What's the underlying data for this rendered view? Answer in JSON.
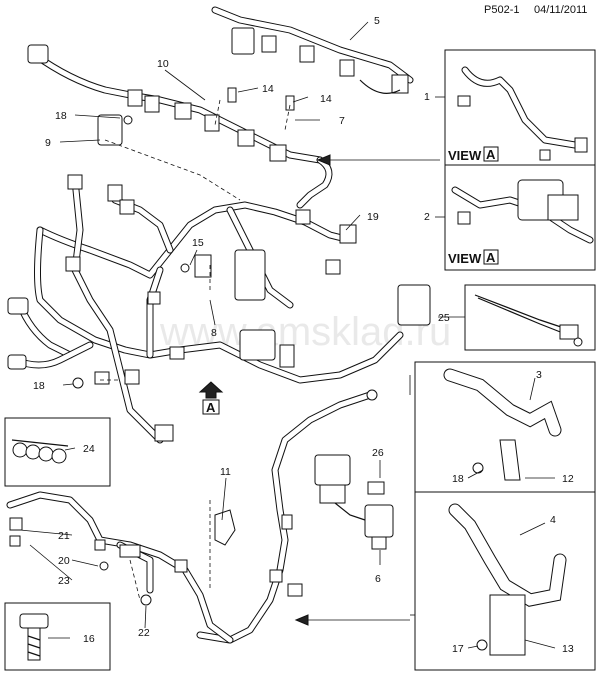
{
  "header": {
    "code": "P502-1",
    "date": "04/11/2011"
  },
  "watermark": "www.amsklad.ru",
  "view_a_1": "VIEW",
  "view_a_2": "VIEW",
  "view_letter_1": "A",
  "view_letter_2": "A",
  "arrow_letter": "A",
  "callouts": {
    "c1": "1",
    "c2": "2",
    "c3": "3",
    "c4": "4",
    "c5": "5",
    "c6": "6",
    "c7": "7",
    "c8": "8",
    "c9": "9",
    "c10": "10",
    "c11": "11",
    "c12": "12",
    "c13": "13",
    "c14a": "14",
    "c14b": "14",
    "c15": "15",
    "c16": "16",
    "c17": "17",
    "c18a": "18",
    "c18b": "18",
    "c18c": "18",
    "c19": "19",
    "c20": "20",
    "c21": "21",
    "c22": "22",
    "c23": "23",
    "c24": "24",
    "c25": "25",
    "c26": "26"
  }
}
